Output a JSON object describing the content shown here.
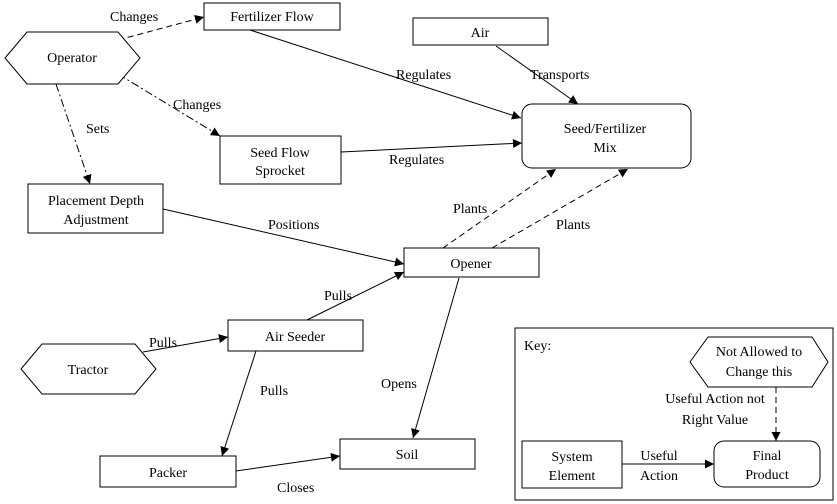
{
  "nodes": {
    "operator": "Operator",
    "fertilizer_flow": "Fertilizer Flow",
    "air": "Air",
    "seed_flow_sprocket": [
      "Seed Flow",
      "Sprocket"
    ],
    "seed_fertilizer_mix": [
      "Seed/Fertilizer",
      "Mix"
    ],
    "placement_depth_adjustment": [
      "Placement Depth",
      "Adjustment"
    ],
    "opener": "Opener",
    "air_seeder": "Air Seeder",
    "tractor": "Tractor",
    "packer": "Packer",
    "soil": "Soil"
  },
  "edges": {
    "operator_fertilizer": "Changes",
    "operator_sprocket": "Changes",
    "operator_depth": "Sets",
    "fertilizer_mix": "Regulates",
    "air_mix": "Transports",
    "sprocket_mix": "Regulates",
    "depth_opener": "Positions",
    "opener_mix_1": "Plants",
    "opener_mix_2": "Plants",
    "seeder_opener": "Pulls",
    "tractor_seeder": "Pulls",
    "seeder_packer": "Pulls",
    "opener_soil": "Opens",
    "packer_soil": "Closes"
  },
  "key": {
    "title": "Key:",
    "not_allowed": [
      "Not Allowed to",
      "Change this"
    ],
    "useful_not_right": [
      "Useful Action not",
      "Right Value"
    ],
    "system_element": [
      "System",
      "Element"
    ],
    "useful_action": [
      "Useful",
      "Action"
    ],
    "final_product": [
      "Final",
      "Product"
    ]
  }
}
